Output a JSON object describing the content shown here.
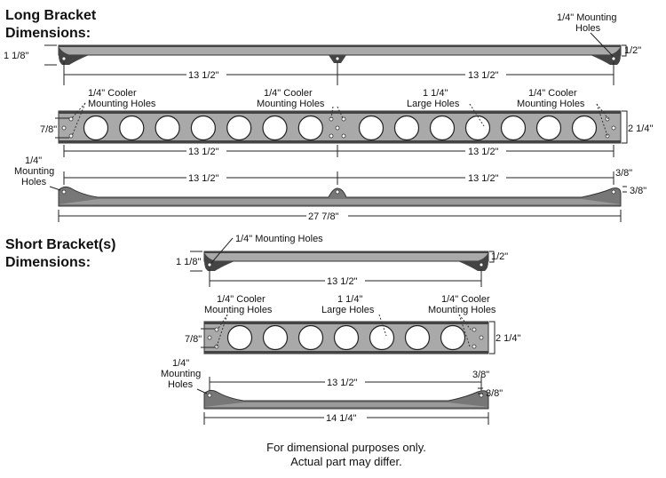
{
  "long": {
    "title_line1": "Long Bracket",
    "title_line2": "Dimensions:",
    "top_height": "1 1/8\"",
    "mounting_holes_label_line1": "1/4\" Mounting",
    "mounting_holes_label_line2": "Holes",
    "edge_offset": "1/2\"",
    "span_left": "13 1/2\"",
    "span_right": "13 1/2\"",
    "cooler_label_line1": "1/4\" Cooler",
    "cooler_label_line2": "Mounting Holes",
    "large_holes_line1": "1 1/4\"",
    "large_holes_line2": "Large Holes",
    "cooler_spacing": "7/8\"",
    "plate_height": "2 1/4\"",
    "side_mount_line1": "1/4\"",
    "side_mount_line2": "Mounting",
    "side_mount_line3": "Holes",
    "side_offset_1": "3/8\"",
    "side_offset_2": "3/8\"",
    "overall_length": "27 7/8\""
  },
  "short": {
    "title_line1": "Short Bracket(s)",
    "title_line2": "Dimensions:",
    "top_height": "1 1/8\"",
    "mounting_holes_label": "1/4\" Mounting Holes",
    "edge_offset": "1/2\"",
    "span": "13 1/2\"",
    "cooler_label_line1": "1/4\" Cooler",
    "cooler_label_line2": "Mounting Holes",
    "large_holes_line1": "1 1/4\"",
    "large_holes_line2": "Large Holes",
    "cooler_spacing": "7/8\"",
    "plate_height": "2 1/4\"",
    "side_mount_line1": "1/4\"",
    "side_mount_line2": "Mounting",
    "side_mount_line3": "Holes",
    "side_offset_1": "3/8\"",
    "side_offset_2": "3/8\"",
    "overall_length": "14 1/4\""
  },
  "footer": {
    "line1": "For dimensional purposes only.",
    "line2": "Actual part may differ."
  }
}
